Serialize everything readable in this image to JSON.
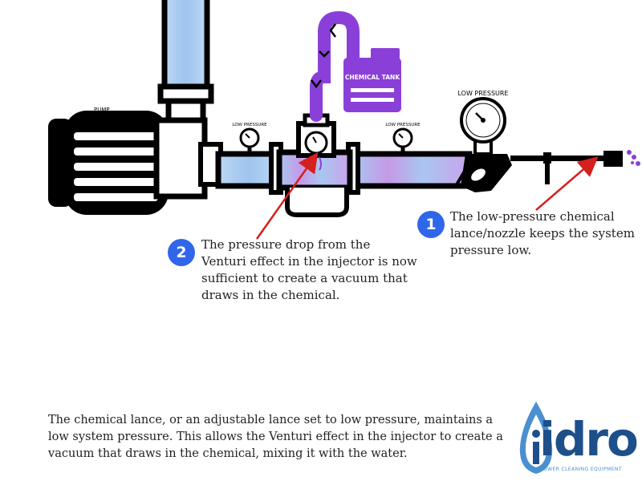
{
  "diagram": {
    "pump_label": "PUMP",
    "gauge_label_small": "LOW PRESSURE",
    "gauge_label_large": "LOW PRESSURE",
    "tank_label": "CHEMICAL TANK"
  },
  "callouts": [
    {
      "number": "1",
      "text": "The low-pressure chemical lance/nozzle keeps the system pressure low."
    },
    {
      "number": "2",
      "text": "The pressure drop from the Venturi effect in the injector is now sufficient to create a vacuum that draws in the chemical."
    }
  ],
  "caption": "The chemical lance, or an adjustable lance set to low pressure, maintains a low system pressure. This allows the Venturi effect in the injector to create a vacuum that draws in the chemical, mixing it with the water.",
  "logo": {
    "text": "idro",
    "tagline": "POWER CLEANING EQUIPMENT"
  },
  "colors": {
    "pipe_water": "#a9c9ee",
    "chemical": "#8b3fd9",
    "arrow": "#d61f1f",
    "badge": "#2f66ea",
    "logo": "#1d4f8a"
  }
}
